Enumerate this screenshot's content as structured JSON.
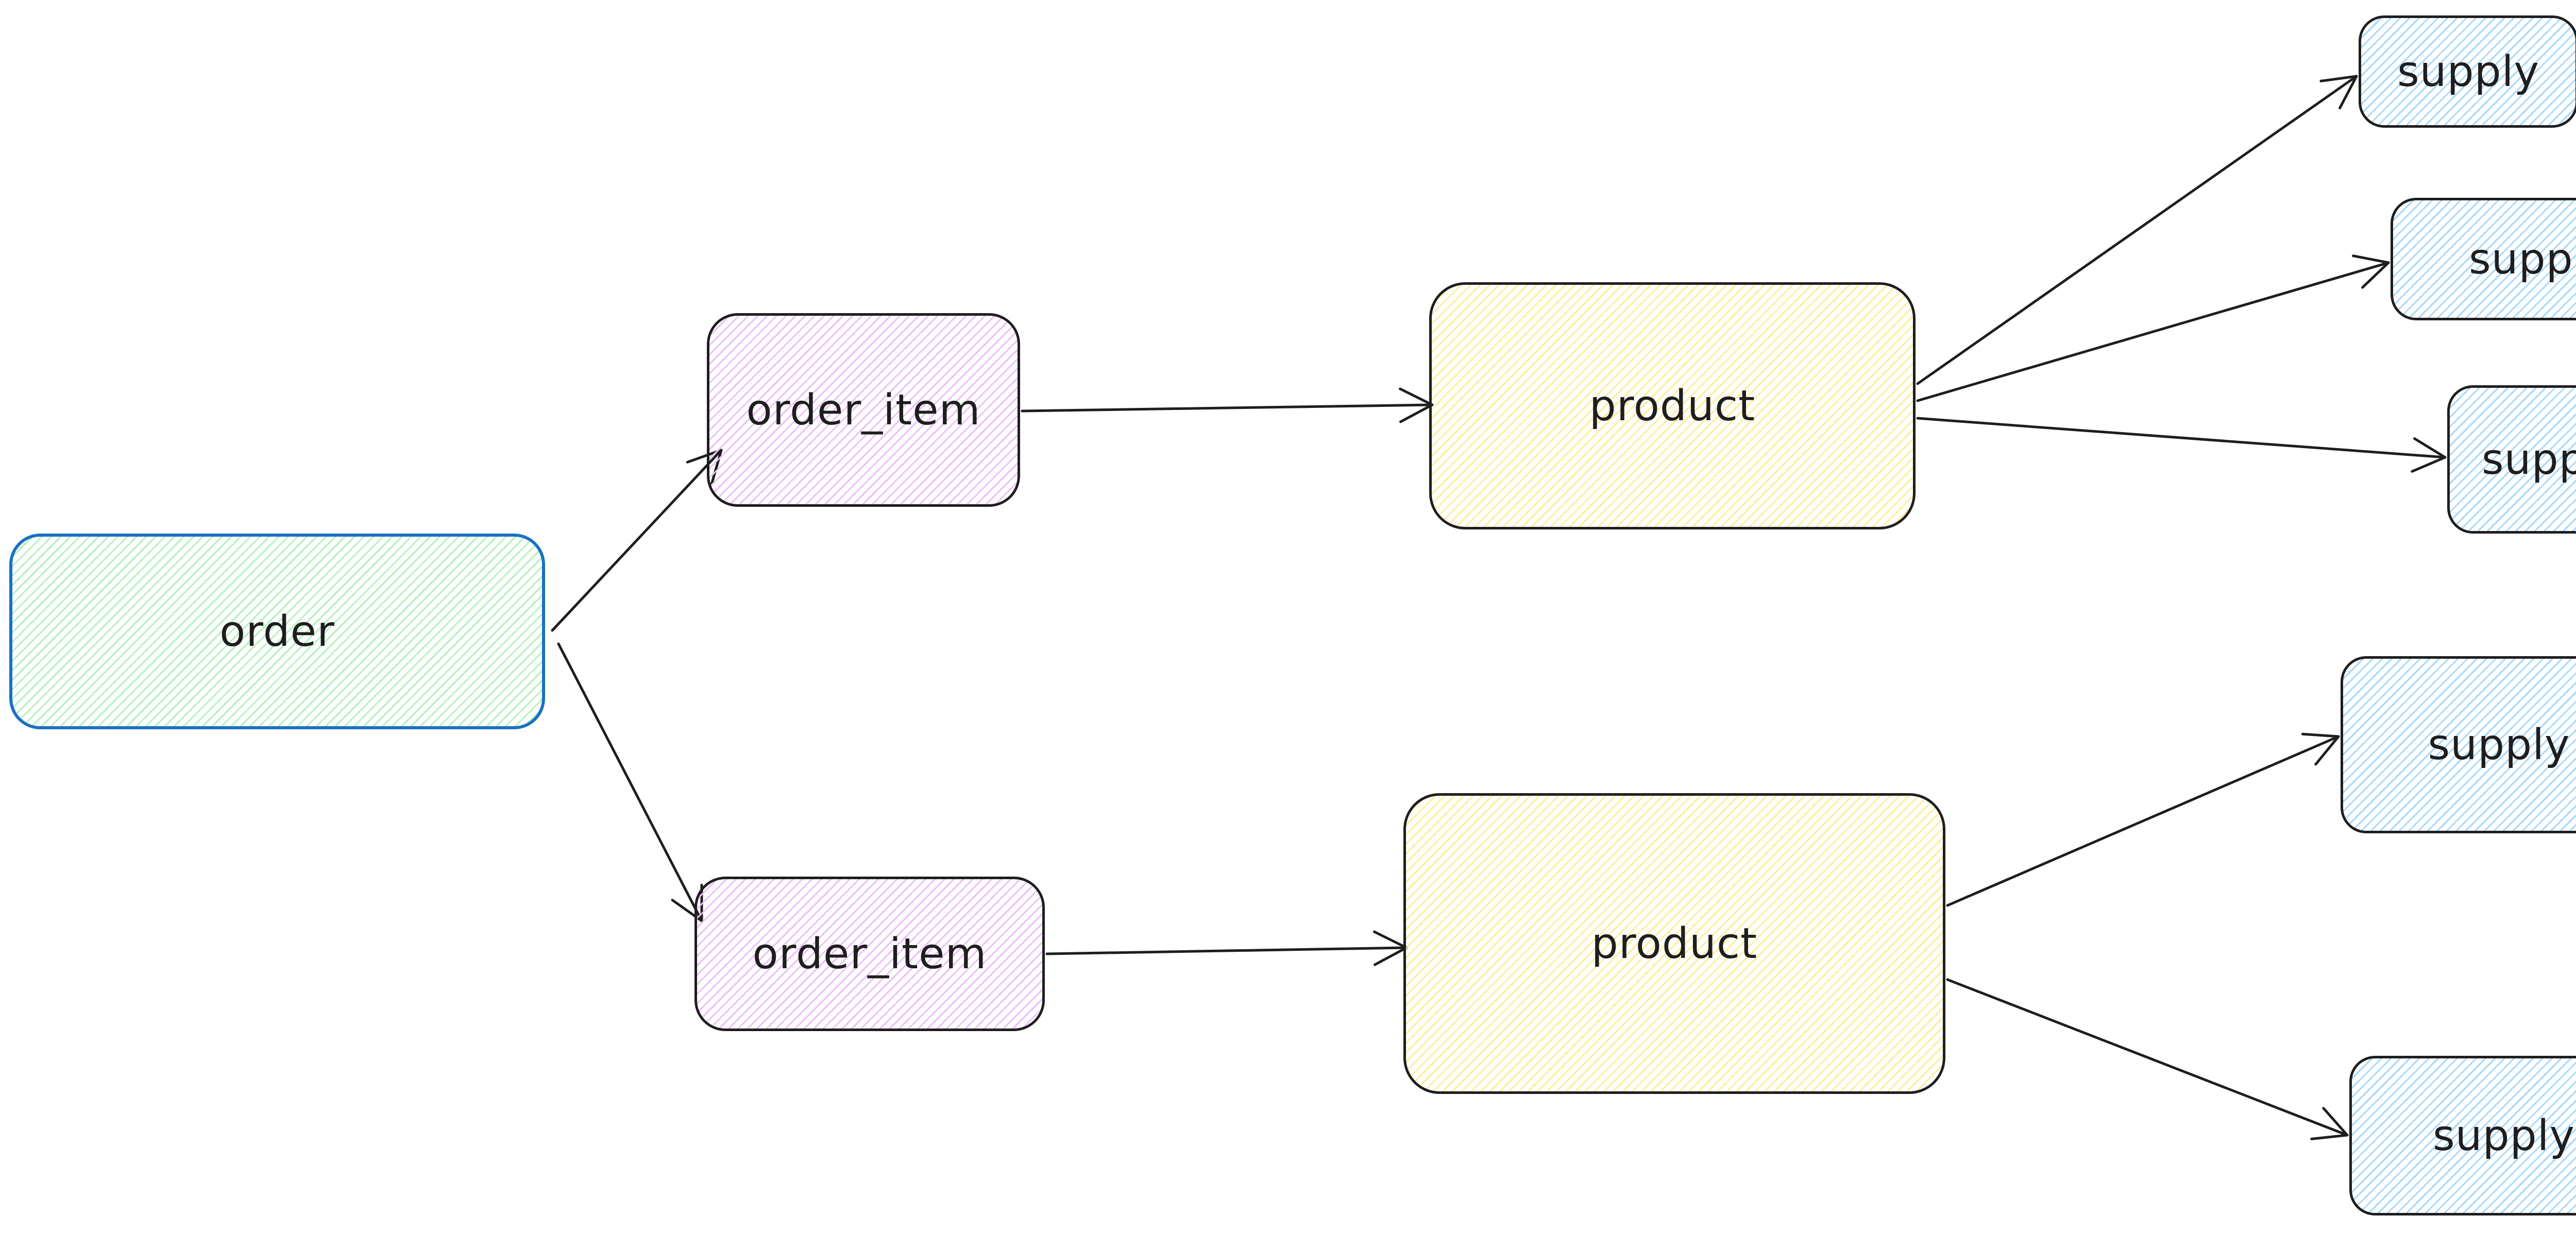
{
  "colors": {
    "canvas_background": "#ffffff",
    "stroke": "#1e1e1e",
    "arrow": "#1e1e1e",
    "order_stroke": "#1971c2",
    "order_fill": "#b2f2bb",
    "order_item_fill": "#eebefa",
    "product_fill": "#ffec99",
    "supply_fill": "#a5d8ff"
  },
  "nodes": {
    "order": {
      "label": "order"
    },
    "order_item_1": {
      "label": "order_item"
    },
    "order_item_2": {
      "label": "order_item"
    },
    "product_1": {
      "label": "product"
    },
    "product_2": {
      "label": "product"
    },
    "supply_1": {
      "label": "supply"
    },
    "supply_2": {
      "label": "supply"
    },
    "supply_3": {
      "label": "supply"
    },
    "supply_4": {
      "label": "supply"
    },
    "supply_5": {
      "label": "supply"
    }
  },
  "edges": [
    {
      "from": "order",
      "to": "order_item_1"
    },
    {
      "from": "order",
      "to": "order_item_2"
    },
    {
      "from": "order_item_1",
      "to": "product_1"
    },
    {
      "from": "order_item_2",
      "to": "product_2"
    },
    {
      "from": "product_1",
      "to": "supply_1"
    },
    {
      "from": "product_1",
      "to": "supply_2"
    },
    {
      "from": "product_1",
      "to": "supply_3"
    },
    {
      "from": "product_2",
      "to": "supply_4"
    },
    {
      "from": "product_2",
      "to": "supply_5"
    }
  ]
}
